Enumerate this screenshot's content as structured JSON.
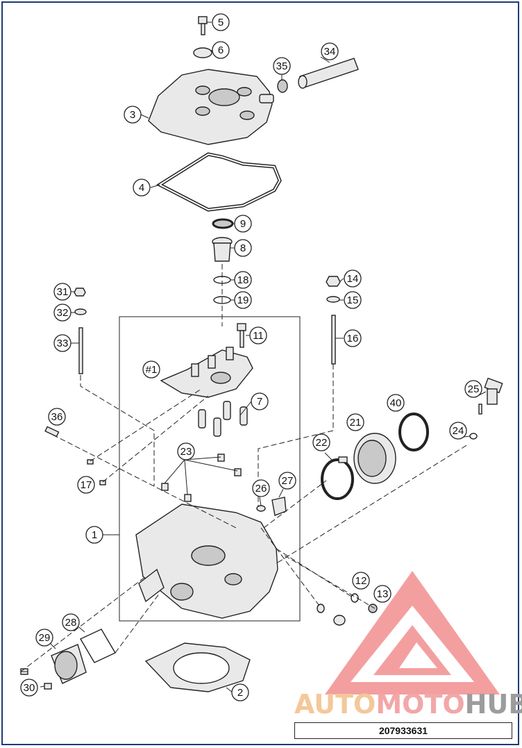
{
  "document_number": "207933631",
  "watermark": {
    "segments": [
      "AUTO",
      "MOTO",
      "HUB"
    ],
    "colors": [
      "#f4c89a",
      "#f2a7a7",
      "#9c9c9c"
    ]
  },
  "callouts": [
    "5",
    "6",
    "34",
    "35",
    "3",
    "4",
    "9",
    "8",
    "18",
    "19",
    "14",
    "15",
    "31",
    "32",
    "11",
    "16",
    "33",
    "#1",
    "7",
    "25",
    "40",
    "36",
    "21",
    "24",
    "22",
    "17",
    "23",
    "26",
    "27",
    "1",
    "12",
    "13",
    "28",
    "29",
    "2",
    "30"
  ],
  "accent_colors": {
    "frame": "#1d3a73",
    "logo_triangle": "#f08080"
  }
}
